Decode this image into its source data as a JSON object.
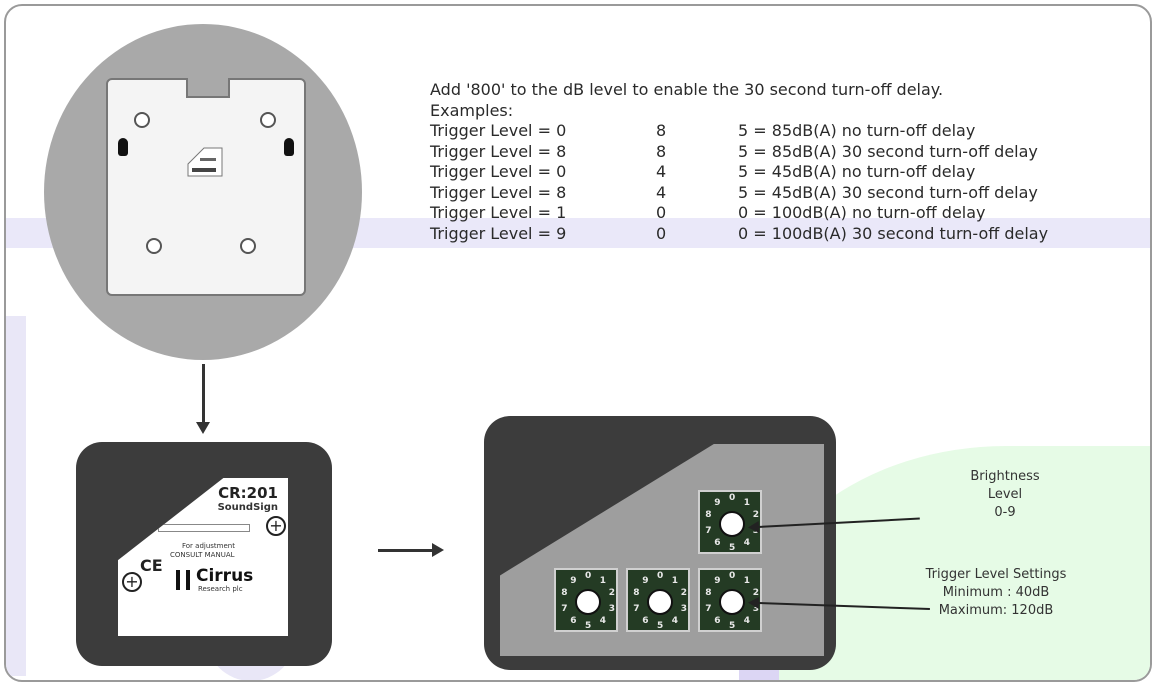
{
  "instructions": {
    "heading": "Add '800' to the dB level to enable the 30 second turn-off delay.",
    "examples_label": "Examples:",
    "rows": [
      {
        "setting": "Trigger Level = 0",
        "digit": "8",
        "result": "5 = 85dB(A) no turn-off delay"
      },
      {
        "setting": "Trigger Level = 8",
        "digit": "8",
        "result": "5 = 85dB(A) 30 second turn-off delay"
      },
      {
        "setting": "Trigger Level = 0",
        "digit": "4",
        "result": "5 = 45dB(A) no turn-off delay"
      },
      {
        "setting": "Trigger Level = 8",
        "digit": "4",
        "result": "5 = 45dB(A) 30 second turn-off delay"
      },
      {
        "setting": "Trigger Level = 1",
        "digit": "0",
        "result": "0 = 100dB(A) no turn-off delay"
      },
      {
        "setting": "Trigger Level = 9",
        "digit": "0",
        "result": "0 = 100dB(A) 30 second turn-off delay"
      }
    ]
  },
  "sign_label": {
    "model": "CR:201",
    "name": "SoundSign",
    "adjust_line1": "For adjustment",
    "adjust_line2": "CONSULT MANUAL",
    "ce_mark": "CE",
    "brand": "Cirrus",
    "brand_sub": "Research plc"
  },
  "dial_digits": [
    "0",
    "1",
    "2",
    "3",
    "4",
    "5",
    "6",
    "7",
    "8",
    "9"
  ],
  "brightness": {
    "line1": "Brightness",
    "line2": "Level",
    "line3": "0-9"
  },
  "trigger": {
    "line1": "Trigger Level Settings",
    "line2": "Minimum : 40dB",
    "line3": "Maximum: 120dB"
  },
  "colors": {
    "sign_body": "#3c3c3c",
    "dial_face": "#243b24",
    "circle_grey": "#a9a9a9"
  }
}
